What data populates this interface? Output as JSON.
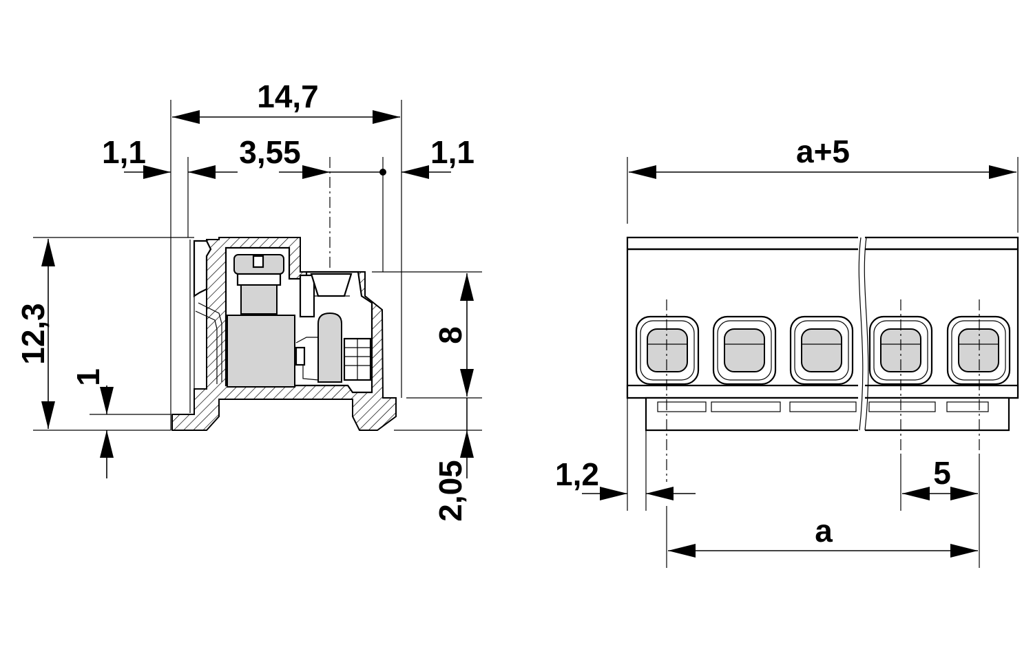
{
  "side_view": {
    "dimensions": {
      "overall_width": "14,7",
      "left_offset": "1,1",
      "pitch_offset": "3,55",
      "right_offset": "1,1",
      "height": "12,3",
      "foot": "1",
      "pin_height": "8",
      "pin_below": "2,05"
    }
  },
  "front_view": {
    "positions_drawn": 5,
    "dimensions": {
      "total_length": "a+5",
      "edge_offset": "1,2",
      "pitch": "5",
      "span": "a"
    }
  }
}
